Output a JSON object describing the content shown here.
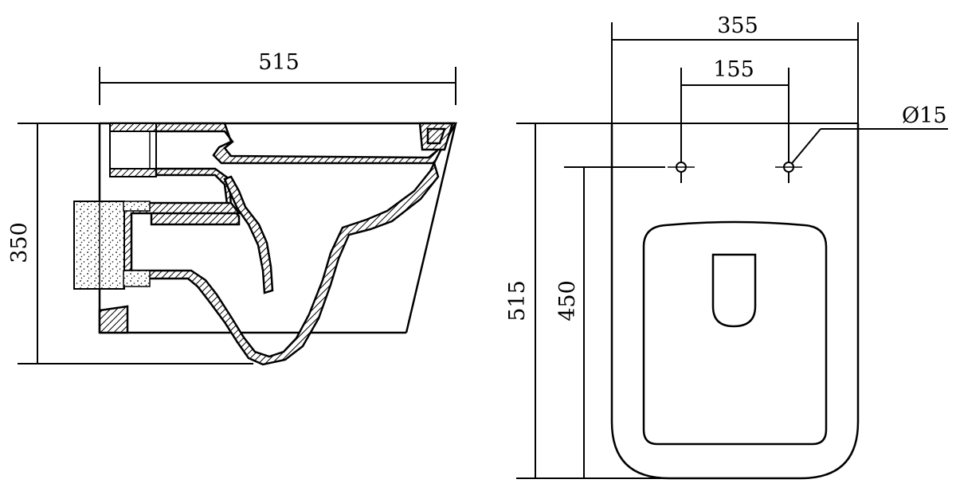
{
  "side_view": {
    "width_dim": "515",
    "height_dim": "350"
  },
  "top_view": {
    "width_dim": "355",
    "hole_spacing_dim": "155",
    "hole_diameter_dim": "Ø15",
    "length_dim": "515",
    "hole_to_front_dim": "450"
  }
}
